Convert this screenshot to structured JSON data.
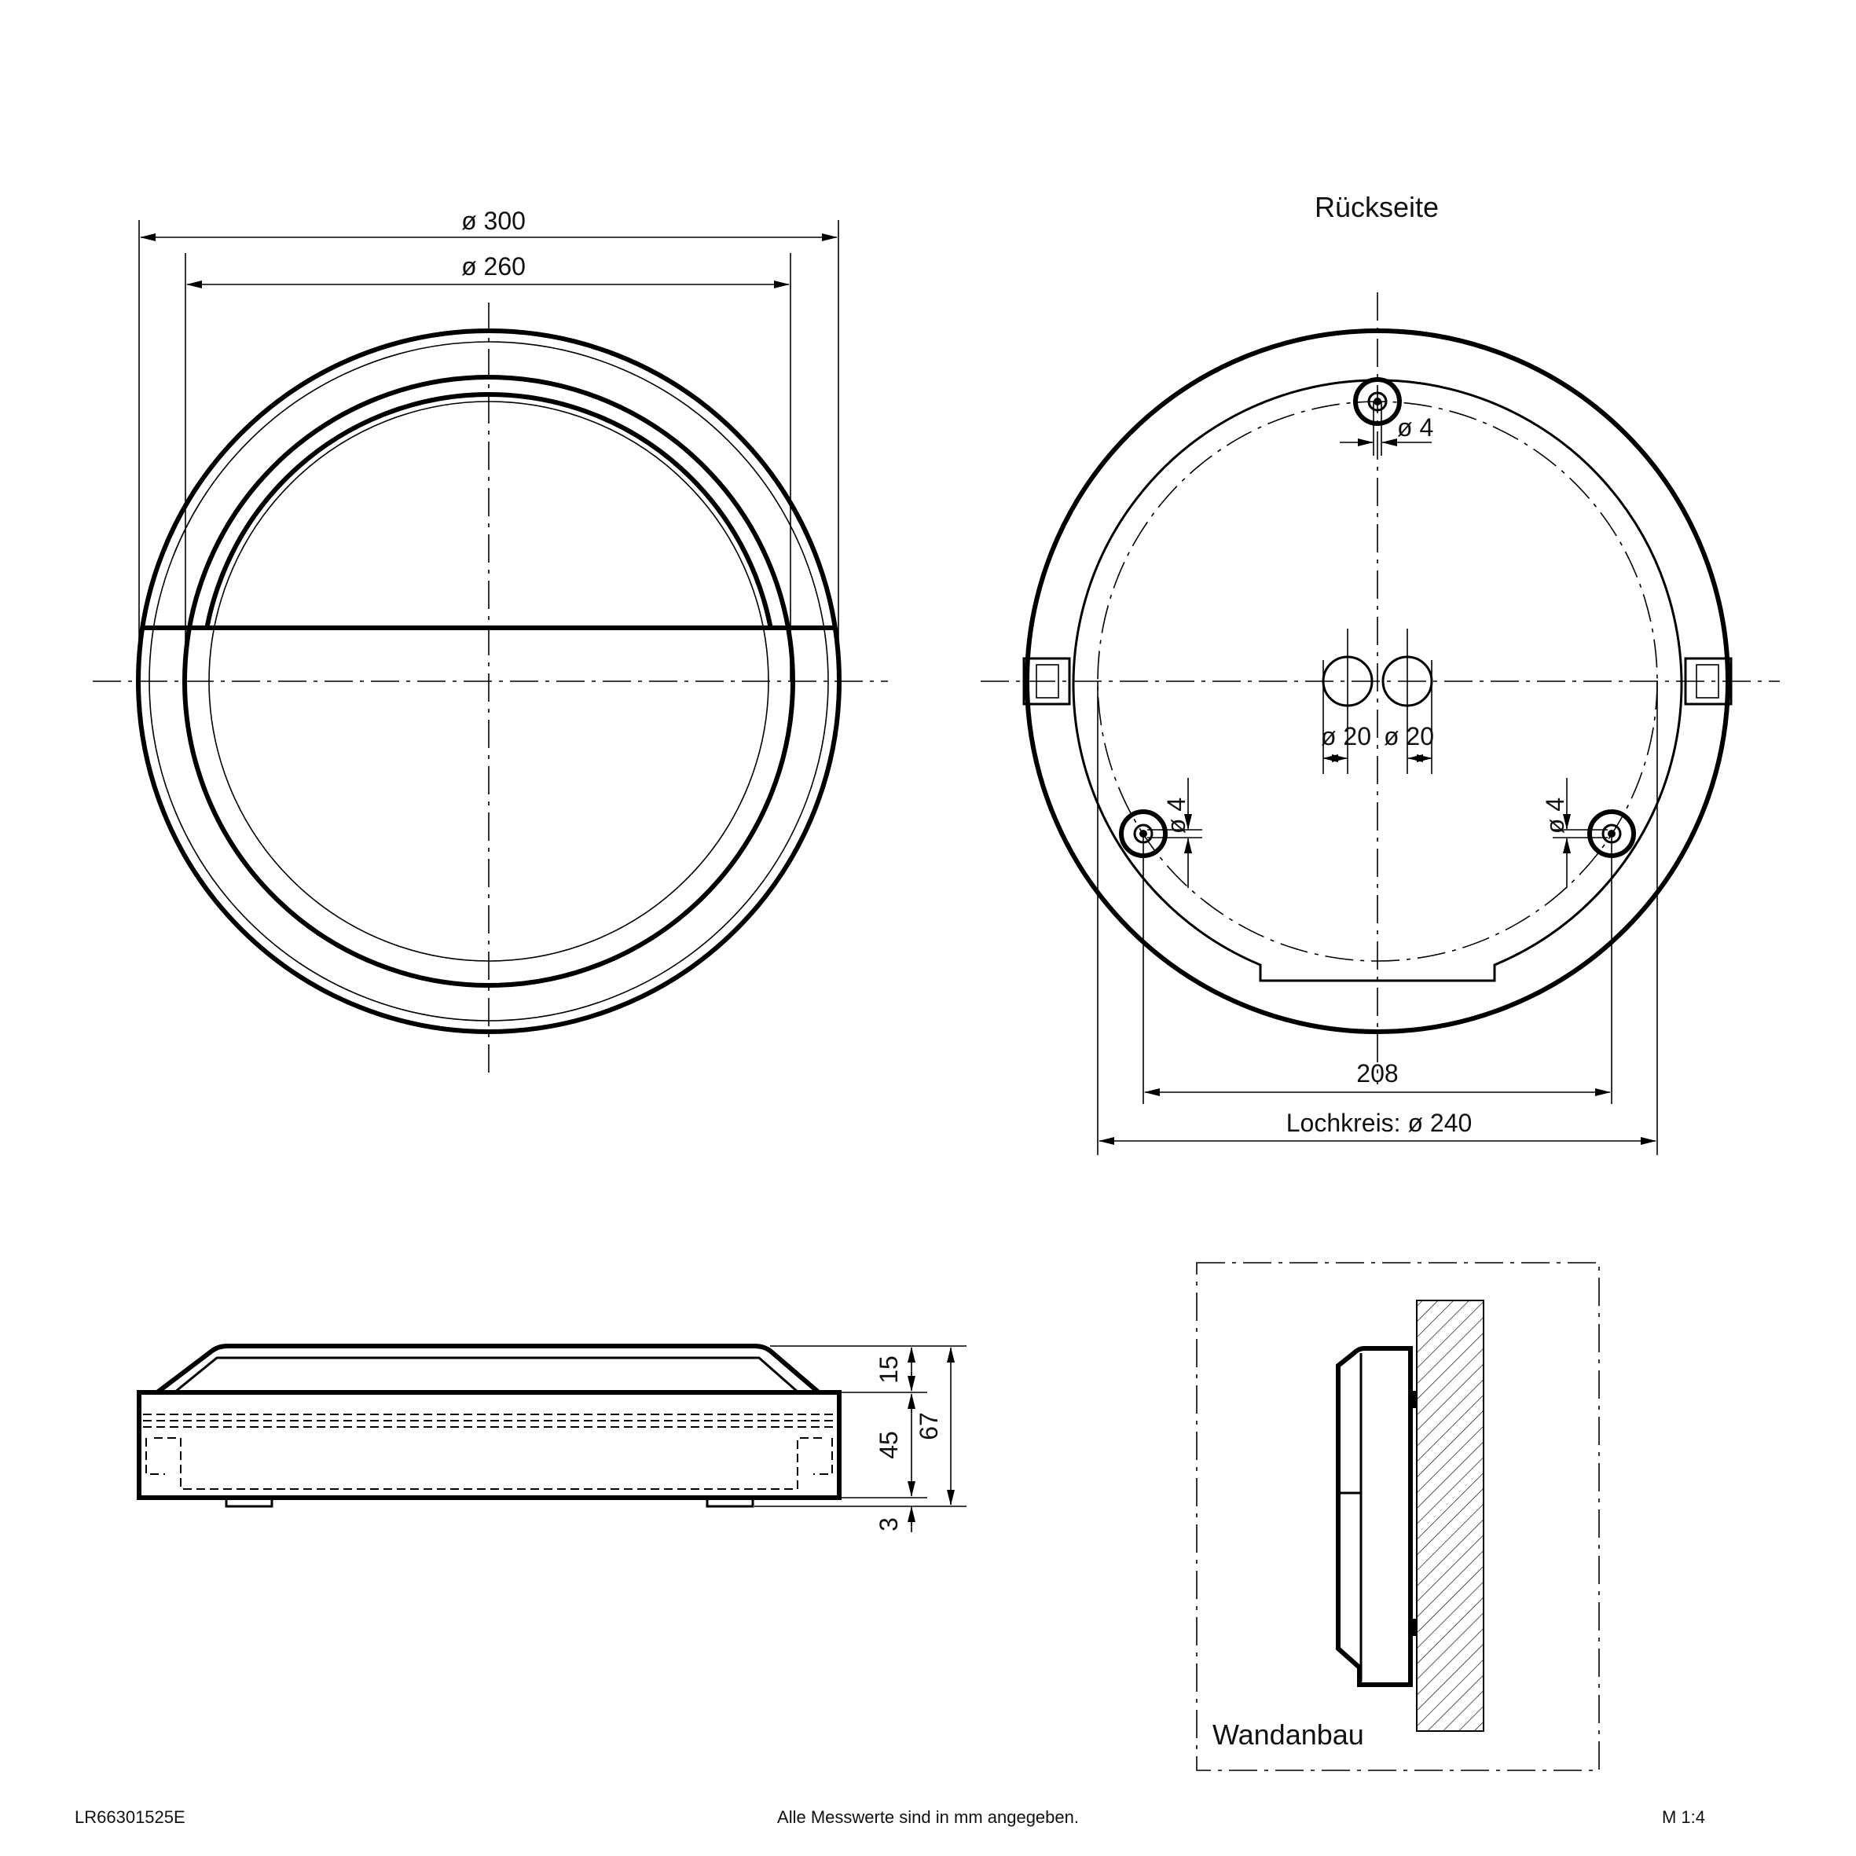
{
  "front_view": {
    "dim_outer": "ø 300",
    "dim_inner": "ø 260"
  },
  "back_view": {
    "title": "Rückseite",
    "hole_top": "ø 4",
    "hole_left": "ø 4",
    "hole_right": "ø 4",
    "entry_left": "ø 20",
    "entry_right": "ø 20",
    "dim_spacing": "208",
    "dim_bolt_circle": "Lochkreis: ø 240"
  },
  "side_view": {
    "dim_top": "15",
    "dim_body": "45",
    "dim_total": "67",
    "dim_foot": "3"
  },
  "mounting_view": {
    "label": "Wandanbau"
  },
  "footer": {
    "article": "LR66301525E",
    "note": "Alle Messwerte sind in mm angegeben.",
    "scale": "M 1:4"
  }
}
